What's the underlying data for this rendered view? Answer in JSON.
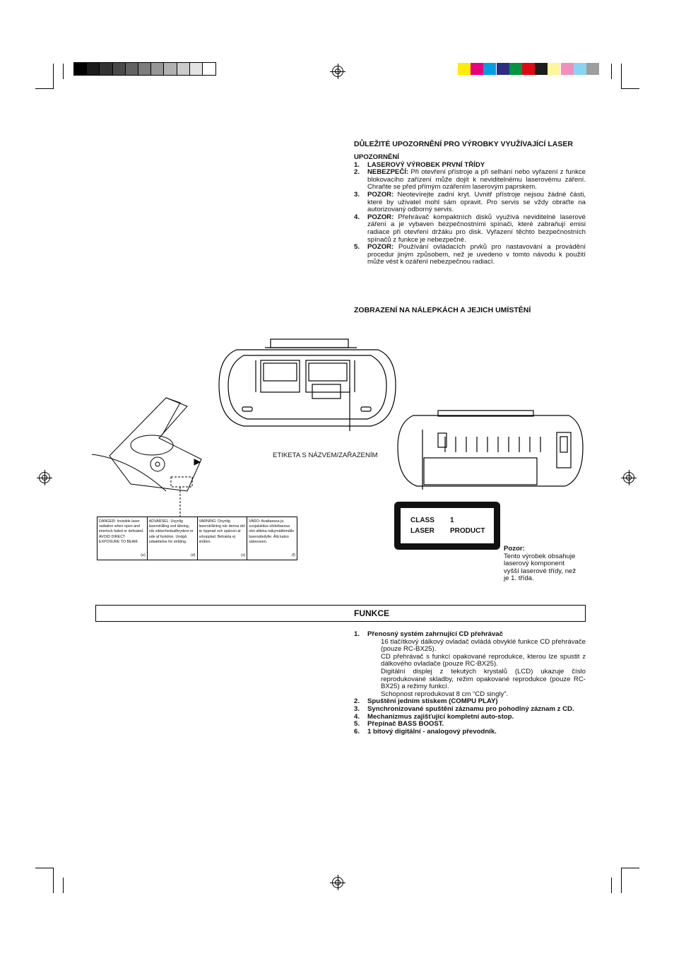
{
  "colors": {
    "gray_bar": [
      "#000000",
      "#1c1c1c",
      "#333333",
      "#4a4a4a",
      "#636363",
      "#7d7d7d",
      "#979797",
      "#b1b1b1",
      "#cbcbcb",
      "#e3e3e3",
      "#ffffff"
    ],
    "color_bar": [
      "#ffed00",
      "#e6007e",
      "#009fe3",
      "#2d2e83",
      "#009640",
      "#e30613",
      "#1d1d1b",
      "#fff59b",
      "#f18fbd",
      "#8ad3f4",
      "#9d9d9c"
    ]
  },
  "laser_section": {
    "title": "DŮLEŽITÉ UPOZORNĚNÍ PRO VÝROBKY VYUŽÍVAJÍCÍ LASER",
    "subtitle": "UPOZORNĚNÍ",
    "items": [
      {
        "num": "1.",
        "lead": "LASEROVÝ VÝROBEK PRVNÍ TŘÍDY",
        "text": ""
      },
      {
        "num": "2.",
        "lead": "NEBEZPEČÍ:",
        "text": " Při otevření přístroje a při selhání nebo vyřazení z funkce blokovacího zařízení může dojít k neviditelnému laserovému záření. Chraňte se před přímým ozářením laserovým paprskem."
      },
      {
        "num": "3.",
        "lead": "POZOR:",
        "text": " Neotevírejte zadní kryt. Uvnitř přístroje nejsou žádné části, které by uživatel mohl sám opravit. Pro servis se vždy obraťte na autorizovaný odborný servis."
      },
      {
        "num": "4.",
        "lead": "POZOR:",
        "text": " Přehrávač kompaktních disků využívá neviditelné laserové záření a je vybaven bezpečnostními spínači, které zabraňují emisi radiace při otevření držáku pro disk. Vyřazení těchto bezpečnostních spínačů z funkce je nebezpečné."
      },
      {
        "num": "5.",
        "lead": "POZOR:",
        "text": " Používání ovládacích prvků pro nastavování a provádění procedur jiným způsobem, než je uvedeno v tomto návodu k použití může vést k ozáření nebezpečnou radiací."
      }
    ]
  },
  "labels_section": {
    "title": "ZOBRAZENÍ NA NÁLEPKÁCH A JEJICH UMÍSTĚNÍ",
    "name_label_caption": "ETIKETA S NÁZVEM/ZAŘAZENÍM",
    "warnings": [
      {
        "text": "DANGER: Invisible laser radiation when open and interlock failed or defeated. AVOID DIRECT EXPOSURE TO BEAM.",
        "letter": "(e)"
      },
      {
        "text": "ADVARSEL: Usynlig laserstråling ved åbning, når sikkerhedsafbrydere er ude af funktion. Undgå udsættelse for stråling.",
        "letter": "(d)"
      },
      {
        "text": "VARNING: Osynlig laserstrålning när denna del är öppnad och spärren är urkopplad. Betrakta ej strålen.",
        "letter": "(s)"
      },
      {
        "text": "VARO: Avattaessa ja suojalukitus ohitettaessa olet alttiina näkymättömälle lasersäteilylle. Älä katso säteeseen.",
        "letter": "(f)"
      }
    ],
    "class_label": {
      "line1_a": "CLASS",
      "line1_b": "1",
      "line2_a": "LASER",
      "line2_b": "PRODUCT"
    },
    "note_title": "Pozor:",
    "note_lines": [
      "Tento výrobek obsahuje",
      "laserový komponent",
      "vyšší laserové třídy, než",
      "je 1. třída."
    ]
  },
  "funkce": {
    "title": "FUNKCE",
    "item1_num": "1.",
    "item1_title": "Přenosný systém zahrnující CD přehrávač",
    "item1_details": [
      "16 tlačítkový dálkový ovladač ovládá obvyklé funkce CD přehrávače (pouze RC-BX25).",
      "CD přehrávač s funkcí opakované reprodukce, kterou lze spustit z dálkového ovladače (pouze RC-BX25).",
      "Digitální displej z tekutých krystalů (LCD) ukazuje číslo reprodukované skladby, režim opakované reprodukce (pouze RC-BX25) a režimy funkcí.",
      "Schopnost reprodukovat 8 cm “CD singly”."
    ],
    "items": [
      {
        "num": "2.",
        "text": "Spuštění jedním stiskem (COMPU PLAY)"
      },
      {
        "num": "3.",
        "text": "Synchronizované spuštění záznamu pro pohodlný záznam z CD."
      },
      {
        "num": "4.",
        "text": "Mechanizmus zajišťující kompletní auto-stop."
      },
      {
        "num": "5.",
        "text": "Přepínač BASS BOOST."
      },
      {
        "num": "6.",
        "text": "1 bitový digitální - analogový převodník."
      }
    ]
  }
}
